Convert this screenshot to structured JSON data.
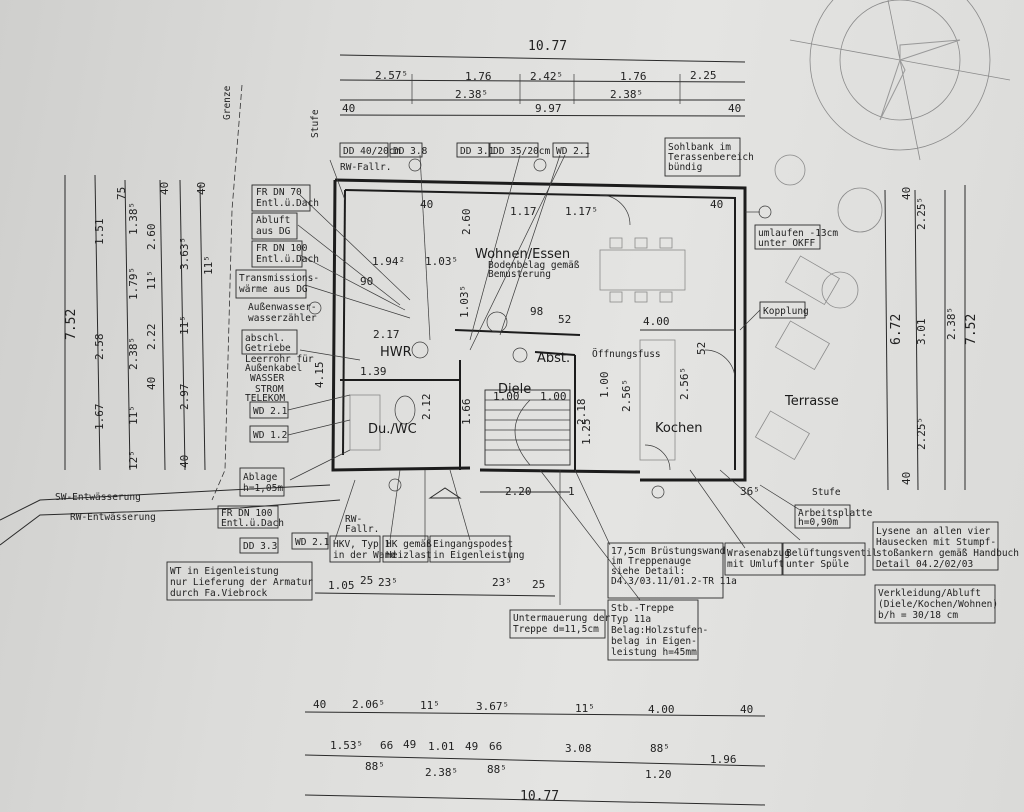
{
  "labels": {
    "grenze": "Grenze",
    "stufe_top": "Stufe",
    "stufe_bottom": "Stufe",
    "rw_fallr_top": "RW-Fallr.",
    "rw_fallr_bottom": [
      "RW-",
      "Fallr."
    ],
    "sw_entwaesserung": "SW-Entwässerung",
    "rw_entwaesserung": "RW-Entwässerung",
    "oeffnung": "Öffnungsfuss"
  },
  "rooms": {
    "wohnen": "Wohnen/Essen",
    "wohnen_note": [
      "Bodenbelag gemäß",
      "Bemusterung"
    ],
    "hwr": "HWR",
    "du_wc": "Du./WC",
    "diele": "Diele",
    "abst": "Abst.",
    "kochen": "Kochen",
    "terrasse": "Terrasse"
  },
  "annotations": {
    "dd1": "DD 40/20cm",
    "dd2": "DD 3.8",
    "dd3": "DD 3.1",
    "dd4": "DD 35/20cm",
    "wd1": "WD 2.1",
    "sohlbank": [
      "Sohlbank im",
      "Terassenbereich",
      "bündig"
    ],
    "fr70": [
      "FR DN 70",
      "Entl.ü.Dach"
    ],
    "abluft": [
      "Abluft",
      "aus DG"
    ],
    "fr100": [
      "FR DN 100",
      "Entl.ü.Dach"
    ],
    "transmission": [
      "Transmissions-",
      "wärme aus DG"
    ],
    "aussenwasser": [
      "Außenwasser-",
      "wasserzähler"
    ],
    "abschl": [
      "abschl.",
      "Getriebe"
    ],
    "leerrohr": [
      "Leerrohr für",
      "Außenkabel"
    ],
    "wasser": "WASSER",
    "strom": "STROM",
    "telekom": "TELEKOM",
    "wd21": "WD 2.1",
    "wd12": "WD 1.2",
    "ablage": [
      "Ablage",
      "h=1,05m"
    ],
    "frdn100b": [
      "FR DN 100",
      "Entl.ü.Dach"
    ],
    "dd33": "DD 3.3",
    "wd21b": "WD 2.1",
    "hkv": [
      "HKV, Typ 1",
      "in der Wand"
    ],
    "hk": [
      "HK gemäß",
      "Heizlast"
    ],
    "eingang": [
      "Eingangspodest",
      "in Eigenleistung"
    ],
    "wt": [
      "WT in Eigenleistung",
      "nur Lieferung der Armatur",
      "durch Fa.Viebrock"
    ],
    "bruestung": [
      "17,5cm Brüstungswand",
      "im Treppenauge",
      "siehe Detail:",
      "D4.3/03.11/01.2-TR 11a",
      ""
    ],
    "wrasen": [
      "Wrasenabzug",
      "mit Umluft"
    ],
    "belueftung": [
      "Belüftungsventil",
      "unter Spüle"
    ],
    "arbeitsplatte": [
      "Arbeitsplatte",
      "h=0,90m"
    ],
    "untermauerung": [
      "Untermauerung der",
      "Treppe d=11,5cm"
    ],
    "treppe": [
      "Stb.-Treppe",
      "Typ 11a",
      "Belag:Holzstufen-",
      "belag in Eigen-",
      "leistung h=45mm"
    ],
    "lysene": [
      "Lysene an allen vier",
      "Hausecken mit Stumpf-",
      "stoßankern gemäß Handbuch",
      "Detail 04.2/02/03"
    ],
    "verkleidung": [
      "Verkleidung/Abluft",
      "(Diele/Kochen/Wohnen)",
      "b/h = 30/18 cm"
    ],
    "umlaufen": [
      "umlaufen -13cm",
      "unter OKFF"
    ],
    "kopplung": "Kopplung"
  },
  "dims": {
    "top": {
      "total": "10.77",
      "row1": [
        "2.57⁵",
        "1.76",
        "2.42⁵",
        "1.76",
        "2.25"
      ],
      "row2": [
        "2.38⁵",
        "2.38⁵"
      ],
      "row3": [
        "40",
        "9.97",
        "40"
      ]
    },
    "inner": [
      "1.17",
      "1.17⁵",
      "40",
      "1.94²",
      "1.03⁵",
      "90",
      "2.17",
      "98",
      "52",
      "4.00",
      "1.39",
      "1.00",
      "1.00",
      "2.20",
      "1",
      "40",
      "36⁵"
    ],
    "vert_inner": [
      "2.60",
      "1.03⁵",
      "1.00",
      "2.56⁵",
      "2.56⁵",
      "52",
      "2.18",
      "1.25",
      "1.66",
      "2.12"
    ],
    "left": [
      "7.52",
      "1.51",
      "2.58",
      "1.67",
      "75",
      "1.38⁵",
      "1.79⁵",
      "2.38⁵",
      "11⁵",
      "12⁵",
      "2.60",
      "11⁵",
      "2.22",
      "40",
      "40",
      "3.63⁵",
      "11⁵",
      "2.97",
      "40",
      "40",
      "11⁵",
      "4.15"
    ],
    "right": [
      "6.72",
      "2.25⁵",
      "3.01",
      "2.25⁵",
      "2.38⁵",
      "7.52",
      "40",
      "40"
    ],
    "bottom_small": [
      "1.05",
      "25",
      "23⁵",
      "23⁵",
      "25"
    ],
    "bottom": {
      "row1": [
        "40",
        "2.06⁵",
        "11⁵",
        "3.67⁵",
        "11⁵",
        "4.00",
        "40"
      ],
      "row2": [
        "1.53⁵",
        "66",
        "49",
        "1.01",
        "49",
        "66",
        "3.08",
        "88⁵",
        "1.96"
      ],
      "row3": [
        "88⁵",
        "2.38⁵",
        "88⁵",
        "1.20"
      ],
      "total": "10.77"
    }
  }
}
